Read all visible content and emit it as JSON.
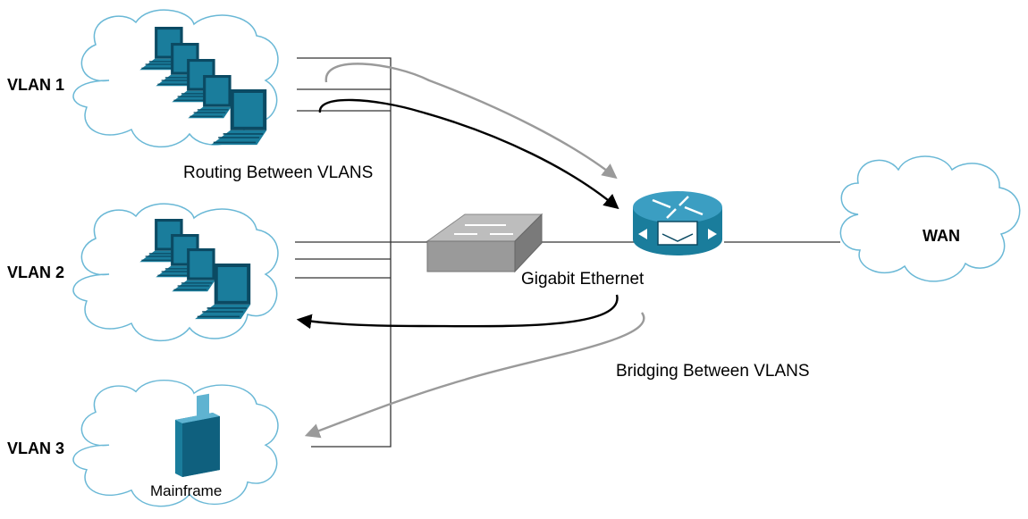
{
  "vlans": [
    {
      "label": "VLAN 1"
    },
    {
      "label": "VLAN 2"
    },
    {
      "label": "VLAN 3"
    }
  ],
  "labels": {
    "routing": "Routing Between VLANS",
    "bridging": "Bridging Between VLANS",
    "gigabit": "Gigabit Ethernet",
    "wan": "WAN",
    "mainframe": "Mainframe"
  },
  "colors": {
    "device_teal": "#1a7d9c",
    "device_dark": "#0b4a63",
    "cloud_outline": "#6ab8d6",
    "switch_gray": "#9a9a9a",
    "arrow_black": "#000000",
    "arrow_gray": "#9a9a9a"
  },
  "icons": [
    "cloud-icon",
    "laptop-icon",
    "switch-icon",
    "router-icon",
    "mainframe-icon"
  ]
}
